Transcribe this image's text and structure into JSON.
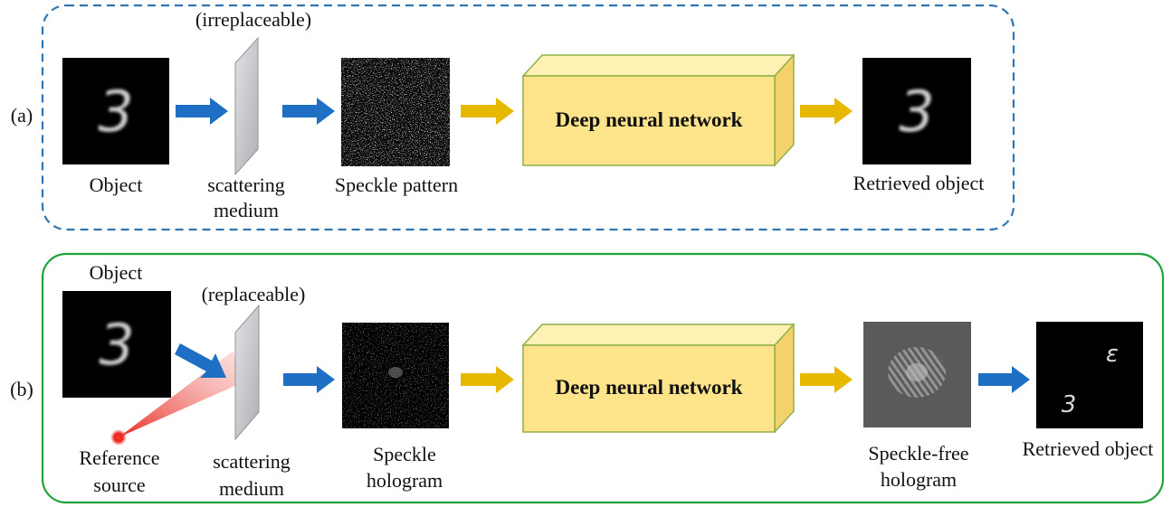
{
  "panel_a": {
    "tag": "(a)",
    "medium_note": "(irreplaceable)",
    "object_label": "Object",
    "digit": "3",
    "medium_label_line1": "scattering",
    "medium_label_line2": "medium",
    "speckle_label": "Speckle pattern",
    "network_label": "Deep neural network",
    "retrieved_label": "Retrieved object",
    "border_color": "#2e75b6"
  },
  "panel_b": {
    "tag": "(b)",
    "object_label": "Object",
    "medium_note": "(replaceable)",
    "digit": "3",
    "reference_line1": "Reference",
    "reference_line2": "source",
    "medium_label_line1": "scattering",
    "medium_label_line2": "medium",
    "hologram_line1": "Speckle",
    "hologram_line2": "hologram",
    "network_label": "Deep neural network",
    "free_line1": "Speckle-free",
    "free_line2": "hologram",
    "retrieved_label": "Retrieved object",
    "retrieved_digit_1": "3",
    "retrieved_digit_2": "ɛ",
    "border_color": "#22a33a"
  },
  "colors": {
    "blue_arrow": "#1f6fc5",
    "gold_arrow": "#e6b800",
    "box_face": "#fde38a",
    "box_top": "#fff0b3",
    "box_side": "#f3d26b",
    "box_edge": "#8fb04a",
    "reference_red": "#e8201a"
  }
}
